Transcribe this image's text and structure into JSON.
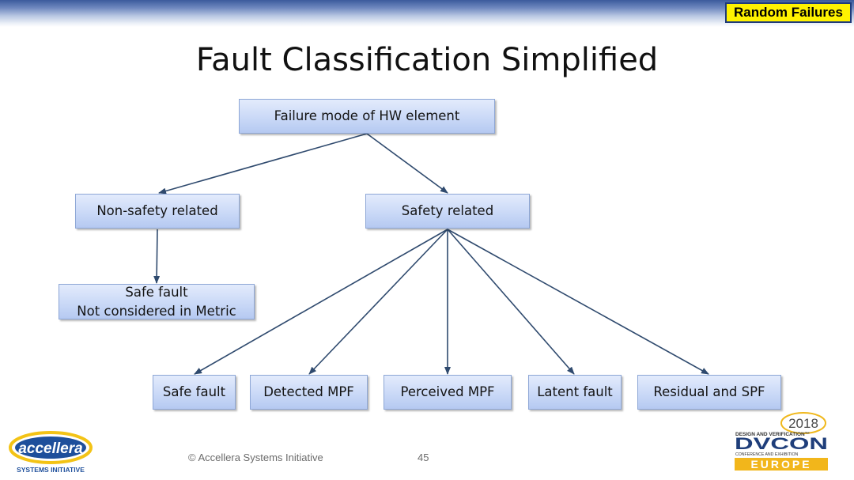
{
  "header": {
    "tag": "Random Failures",
    "title": "Fault Classification Simplified"
  },
  "diagram": {
    "root": "Failure mode of HW element",
    "non_safety": "Non-safety related",
    "safety": "Safety related",
    "safe_fault_note": [
      "Safe fault",
      "Not considered in Metric"
    ],
    "leaves": [
      "Safe fault",
      "Detected MPF",
      "Perceived MPF",
      "Latent fault",
      "Residual and SPF"
    ],
    "line_color": "#2f4a6e"
  },
  "footer": {
    "accellera_logo": "accellera",
    "accellera_sub": "SYSTEMS INITIATIVE",
    "copyright": "© Accellera Systems Initiative",
    "page": "45",
    "dvcon_year": "2018",
    "dvcon_tagline": "DESIGN AND VERIFICATION™",
    "dvcon_name": "DVCON",
    "dvcon_sub": "CONFERENCE AND EXHIBITION",
    "dvcon_region": "EUROPE"
  }
}
